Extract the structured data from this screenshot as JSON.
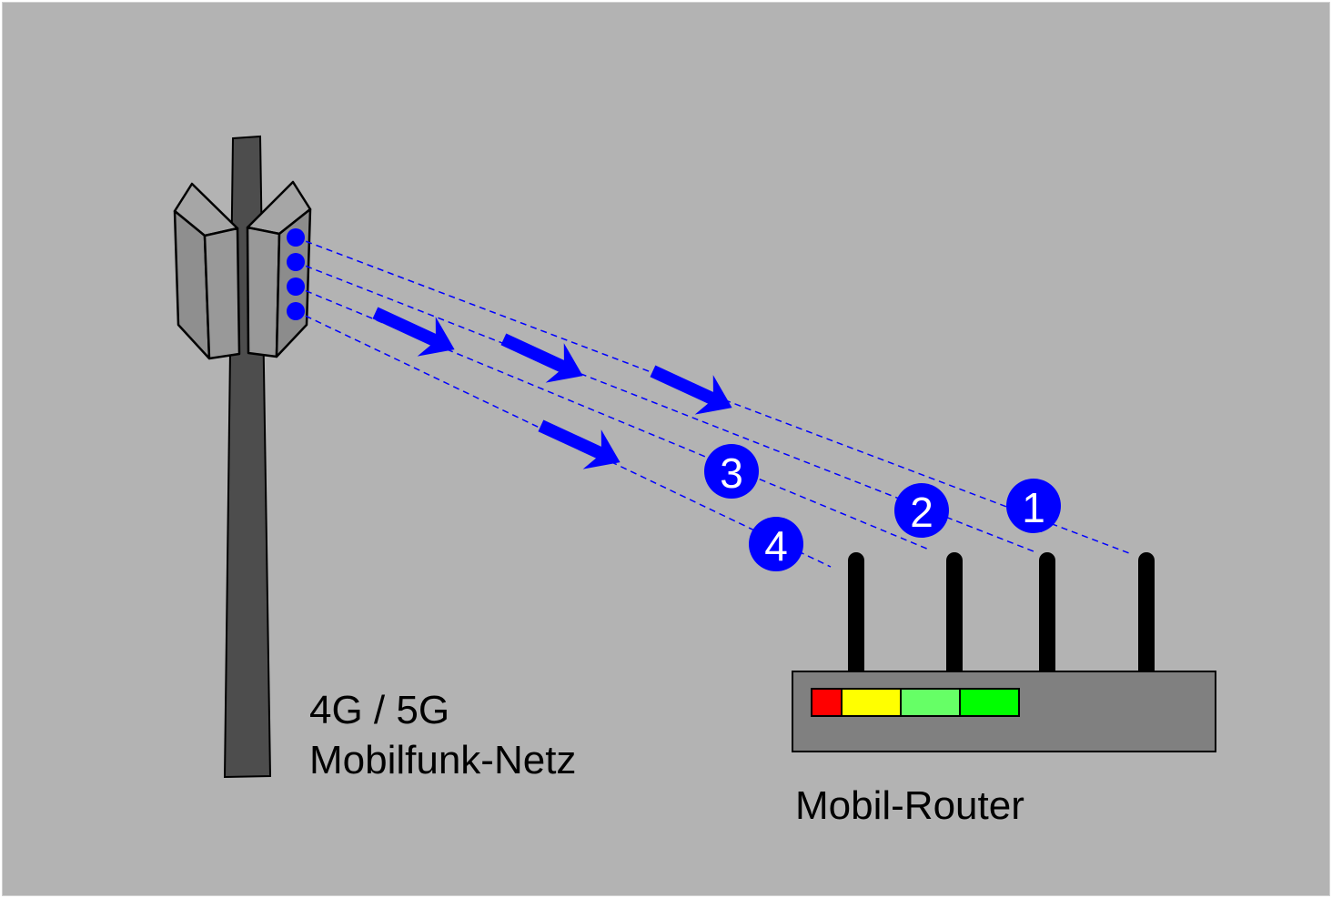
{
  "diagram": {
    "title": "Mobilfunk-Netz to Mobil-Router beamforming",
    "colors": {
      "background": "#b3b3b3",
      "signal": "#0000ff",
      "mast": "#4d4d4d",
      "panel_light": "#999999",
      "panel_mid": "#8c8c8c",
      "router_body": "#808080",
      "antenna": "#000000",
      "badge_text": "#ffffff"
    },
    "tower": {
      "label_line1": "4G / 5G",
      "label_line2": "Mobilfunk-Netz",
      "emitter_count": 4
    },
    "router": {
      "label": "Mobil-Router",
      "antenna_count": 4,
      "signal_strength": {
        "segments": [
          {
            "level": "low",
            "color": "#ff0000"
          },
          {
            "level": "medium",
            "color": "#ffff00"
          },
          {
            "level": "good",
            "color": "#66ff66"
          },
          {
            "level": "excellent",
            "color": "#00ff00"
          }
        ]
      }
    },
    "beams": [
      {
        "id": "1",
        "label": "1",
        "target_antenna": 4
      },
      {
        "id": "2",
        "label": "2",
        "target_antenna": 3
      },
      {
        "id": "3",
        "label": "3",
        "target_antenna": 2
      },
      {
        "id": "4",
        "label": "4",
        "target_antenna": 1
      }
    ]
  }
}
